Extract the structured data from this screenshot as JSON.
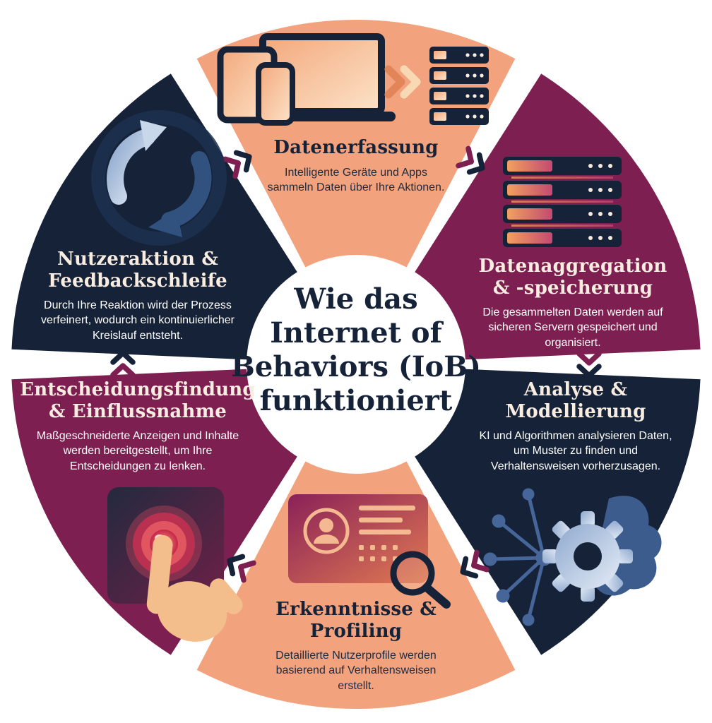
{
  "center": {
    "title_lines": [
      "Wie das",
      "Internet of",
      "Behaviors (IoB)",
      "funktioniert"
    ]
  },
  "colors": {
    "peach": "#F2A37E",
    "magenta": "#7D1F50",
    "navy": "#152238",
    "cream": "#F8EDE0",
    "white": "#FFFFFF"
  },
  "segments": [
    {
      "name": "datenerfassung",
      "title1": "Datenerfassung",
      "title2": "",
      "body": "Intelligente Geräte und Apps sammeln Daten über Ihre Aktionen.",
      "icon": "devices-to-server-icon"
    },
    {
      "name": "datenaggregation-speicherung",
      "title1": "Datenaggregation",
      "title2": "& -speicherung",
      "body": "Die gesammelten Daten werden auf sicheren Servern gespeichert und organisiert.",
      "icon": "server-stack-icon"
    },
    {
      "name": "analyse-modellierung",
      "title1": "Analyse &",
      "title2": "Modellierung",
      "body": "KI und Algorithmen analysieren Daten, um Muster zu finden und Verhaltensweisen vorherzusagen.",
      "icon": "ai-gear-network-icon"
    },
    {
      "name": "erkenntnisse-profiling",
      "title1": "Erkenntnisse &",
      "title2": "Profiling",
      "body": "Detaillierte Nutzerprofile werden basierend auf Verhaltensweisen erstellt.",
      "icon": "profile-magnifier-icon"
    },
    {
      "name": "entscheidungsfindung-einflussnahme",
      "title1": "Entscheidungsfindung",
      "title2": "& Einflussnahme",
      "body": "Maßgeschneiderte Anzeigen und Inhalte werden bereitgestellt, um Ihre Entscheidungen zu lenken.",
      "icon": "hand-press-button-icon"
    },
    {
      "name": "nutzeraktion-feedbackschleife",
      "title1": "Nutzeraktion &",
      "title2": "Feedbackschleife",
      "body": "Durch Ihre Reaktion wird der Prozess verfeinert, wodurch ein kontinuierlicher Kreislauf entsteht.",
      "icon": "feedback-loop-icon"
    }
  ]
}
